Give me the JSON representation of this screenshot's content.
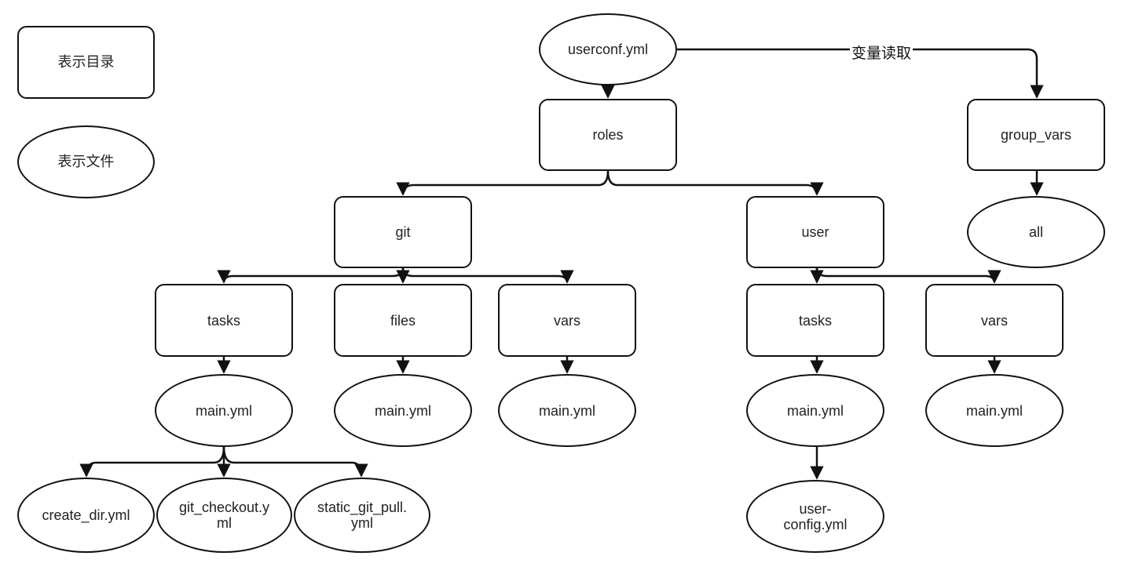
{
  "legend": {
    "directory": "表示目录",
    "file": "表示文件"
  },
  "edge_label": "变量读取",
  "nodes": {
    "userconf": "userconf.yml",
    "roles": "roles",
    "group_vars": "group_vars",
    "all": "all",
    "git": "git",
    "user": "user",
    "git_tasks": "tasks",
    "git_files": "files",
    "git_vars": "vars",
    "user_tasks": "tasks",
    "user_vars": "vars",
    "git_tasks_main": "main.yml",
    "git_files_main": "main.yml",
    "git_vars_main": "main.yml",
    "user_tasks_main": "main.yml",
    "user_vars_main": "main.yml",
    "create_dir": "create_dir.yml",
    "git_checkout": "git_checkout.y\nml",
    "static_git_pull": "static_git_pull.\nyml",
    "user_config": "user-\nconfig.yml"
  }
}
